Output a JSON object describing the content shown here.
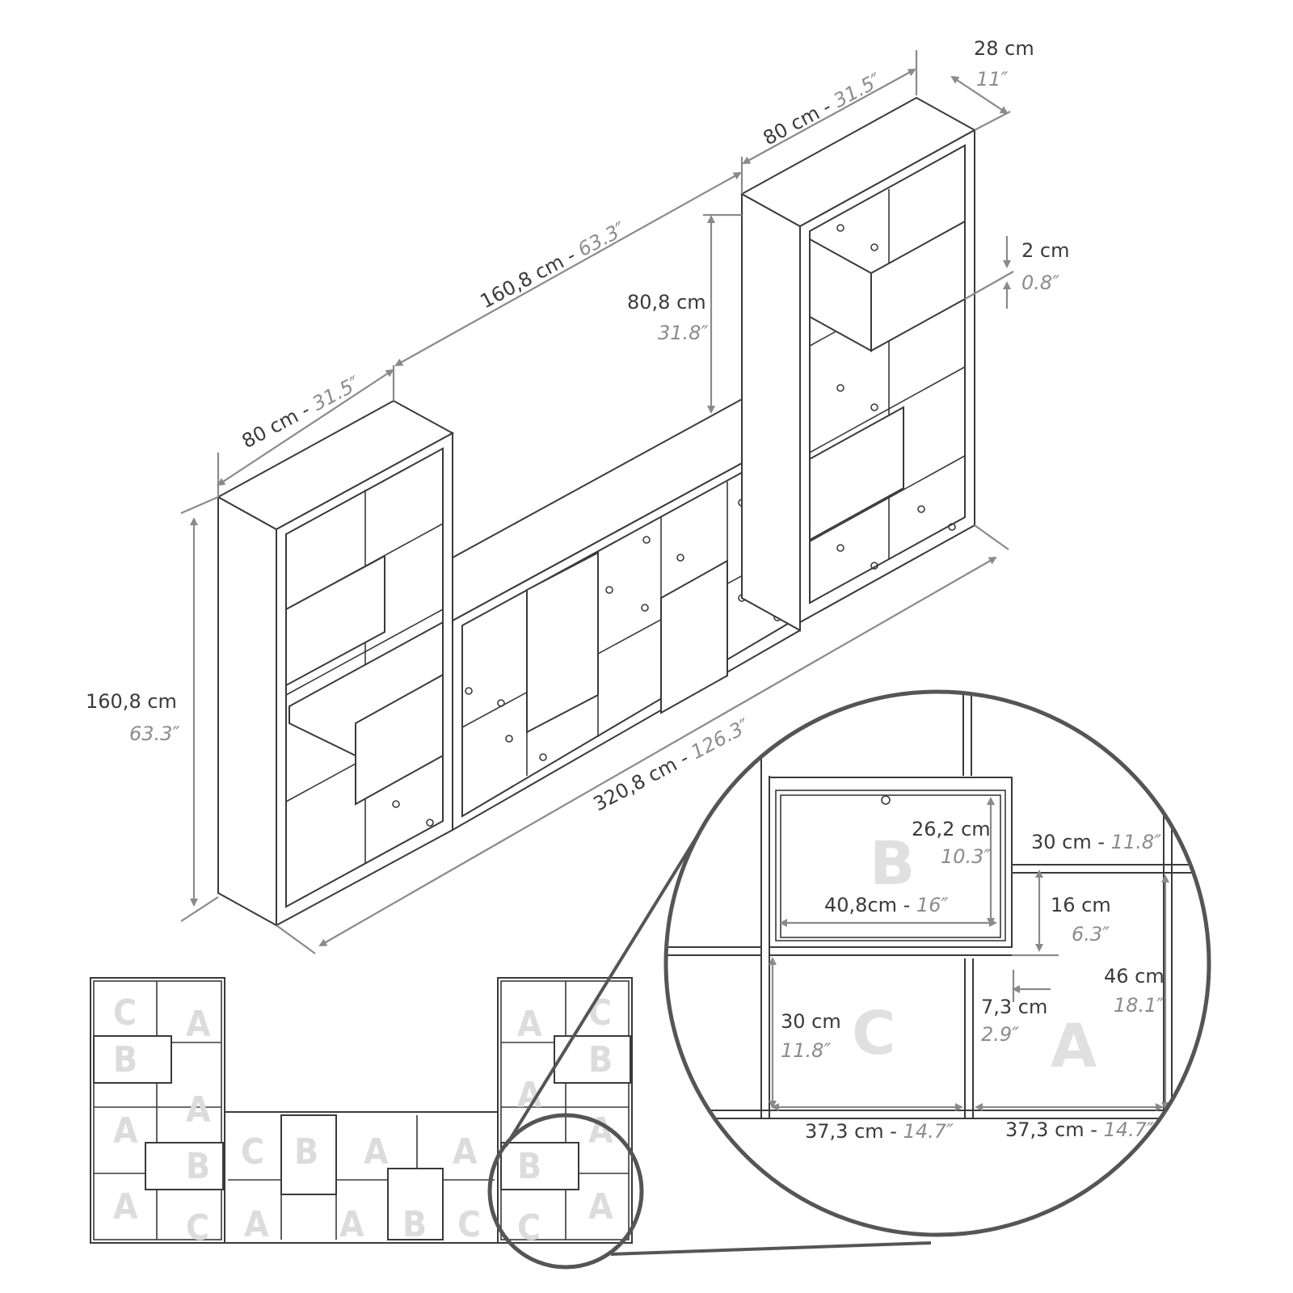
{
  "dimensions": {
    "depth": {
      "cm": "28 cm",
      "in": "11″"
    },
    "right_width": {
      "cm": "80 cm - ",
      "in": "31.5″"
    },
    "left_width": {
      "cm": "80 cm - ",
      "in": "31.5″"
    },
    "middle_width": {
      "cm": "160,8 cm - ",
      "in": "63.3″"
    },
    "middle_height": {
      "cm": "80,8 cm",
      "in": "31.8″"
    },
    "panel_thickness": {
      "cm": "2 cm",
      "in": "0.8″"
    },
    "total_height": {
      "cm": "160,8 cm",
      "in": "63.3″"
    },
    "total_width": {
      "cm": "320,8 cm - ",
      "in": "126.3″"
    }
  },
  "detail": {
    "letters": {
      "b": "B",
      "c": "C",
      "a": "A"
    },
    "box_b_height": {
      "cm": "26,2 cm",
      "in": "10.3″"
    },
    "box_b_width": {
      "cm": "40,8cm - ",
      "in": "16″"
    },
    "cell_width_top": {
      "cm": "30 cm - ",
      "in": "11.8″"
    },
    "gap_16": {
      "cm": "16 cm",
      "in": "6.3″"
    },
    "cell_46": {
      "cm": "46 cm",
      "in": "18.1″"
    },
    "offset_73": {
      "cm": "7,3 cm",
      "in": "2.9″"
    },
    "cell_c_height": {
      "cm": "30 cm",
      "in": "11.8″"
    },
    "cell_c_width": {
      "cm": "37,3 cm - ",
      "in": "14.7″"
    },
    "cell_a_width": {
      "cm": "37,3 cm - ",
      "in": "14.7″"
    }
  },
  "layout_letters": {
    "left_tower": [
      "C",
      "A",
      "B",
      "A",
      "A",
      "B",
      "A",
      "C"
    ],
    "middle": [
      "C",
      "B",
      "A",
      "A",
      "A",
      "A",
      "B",
      "C"
    ],
    "right_tower": [
      "A",
      "C",
      "B",
      "A",
      "B",
      "A",
      "C",
      "A"
    ]
  }
}
